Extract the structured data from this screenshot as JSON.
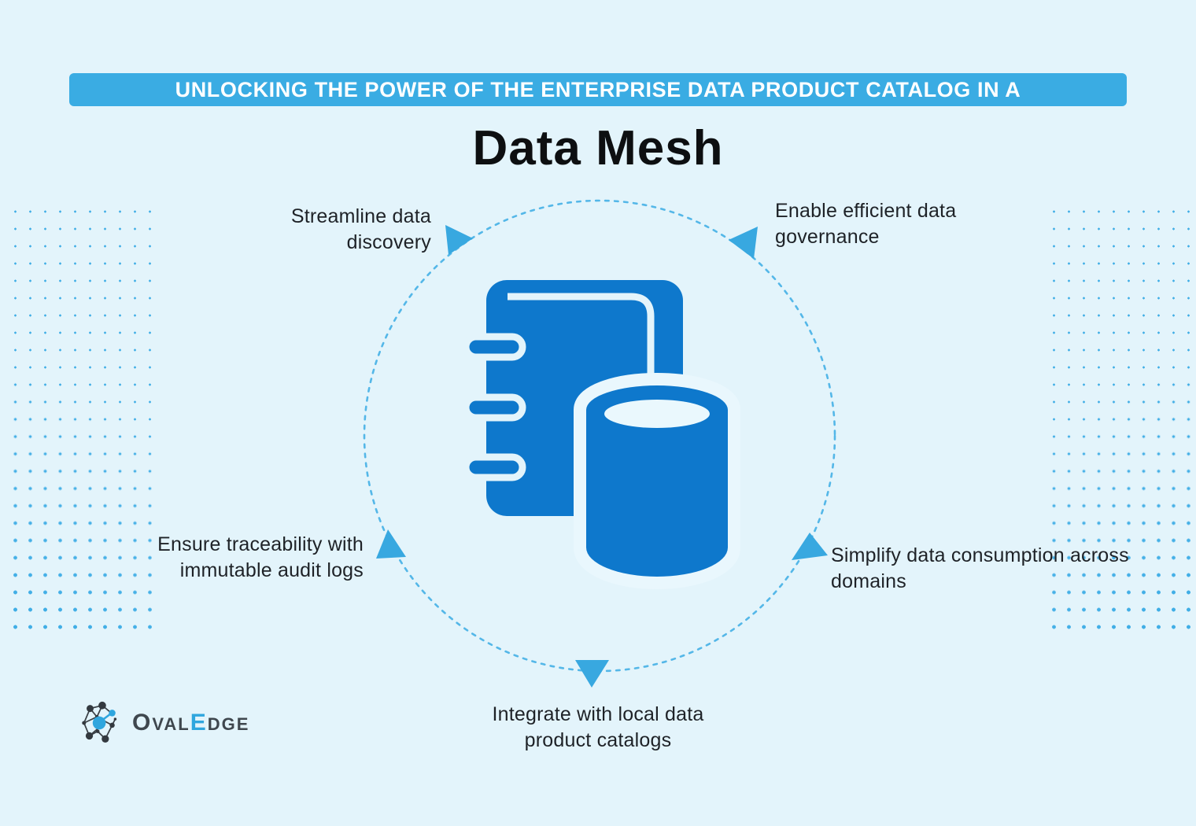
{
  "banner": {
    "text": "UNLOCKING THE POWER OF THE ENTERPRISE DATA PRODUCT CATALOG IN A"
  },
  "title": "Data Mesh",
  "callouts": {
    "top_left": "Streamline data discovery",
    "top_right": "Enable efficient data governance",
    "left": "Ensure traceability with immutable audit logs",
    "right": "Simplify data consumption across domains",
    "bottom": "Integrate with local data product catalogs"
  },
  "center_icon": {
    "name": "data-product-catalog-icon"
  },
  "logo": {
    "name": "OvalEdge",
    "parts": [
      {
        "text": "O"
      },
      {
        "text": "VAL"
      },
      {
        "text": "E"
      },
      {
        "text": "DGE"
      }
    ]
  },
  "colors": {
    "background": "#e3f4fb",
    "banner_bg": "#3aace3",
    "banner_text": "#ffffff",
    "title_text": "#0d0f11",
    "callout_text": "#1e2227",
    "icon_blue": "#0e78cc",
    "arrow_blue": "#38a8e0",
    "circle_dash_blue": "#54b7e8",
    "dot_blue": "#41aee6",
    "logo_gray": "#3f474e",
    "logo_blue": "#2fa6de"
  }
}
